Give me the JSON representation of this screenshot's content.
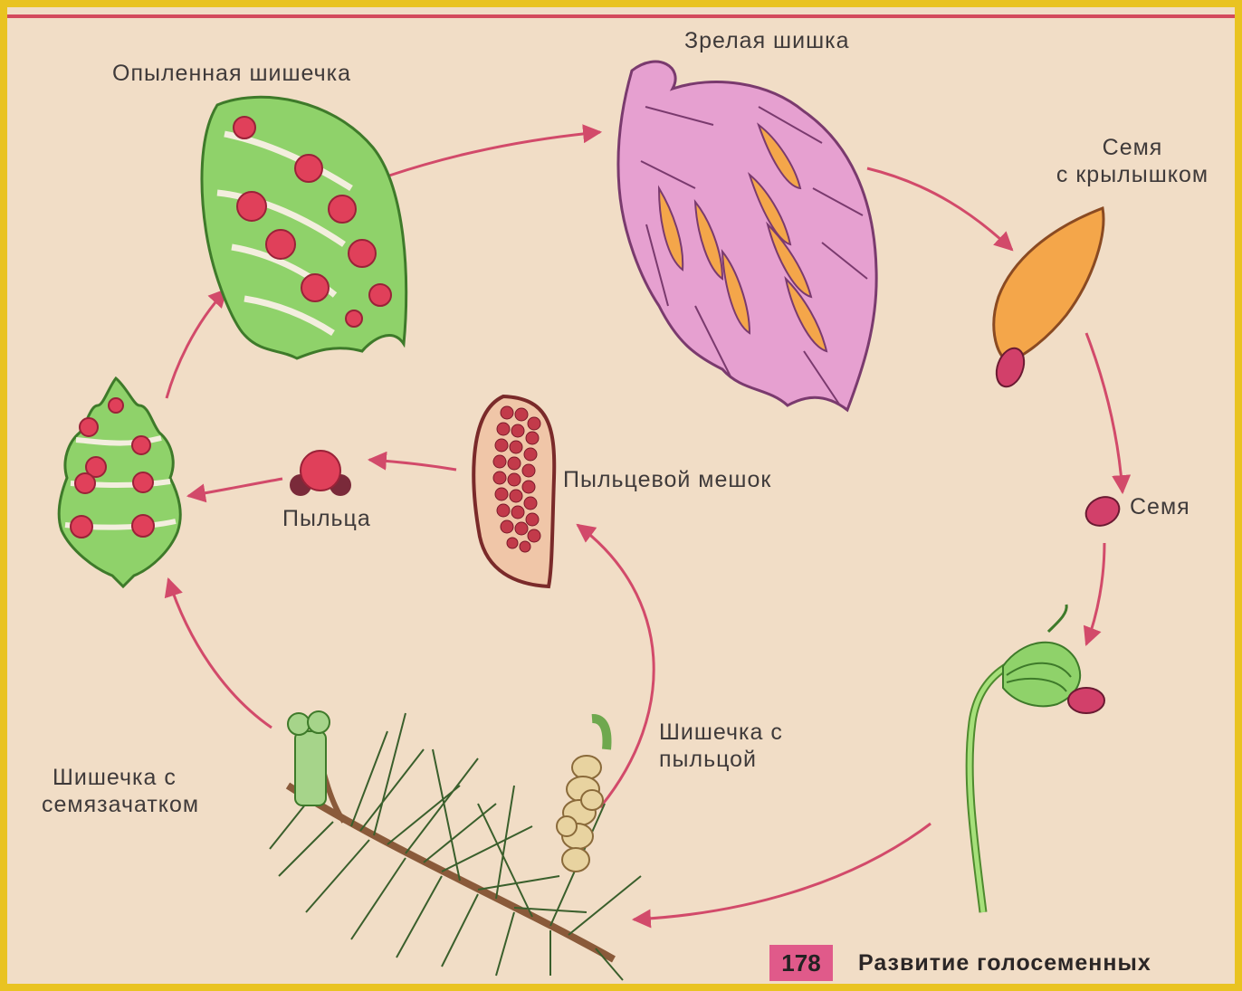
{
  "labels": {
    "pollinated_cone": "Опыленная шишечка",
    "mature_cone": "Зрелая шишка",
    "winged_seed_line1": "Семя",
    "winged_seed_line2": "с крылышком",
    "seed": "Семя",
    "pollen_sac": "Пыльцевой мешок",
    "pollen": "Пыльца",
    "pollen_cone_line1": "Шишечка с",
    "pollen_cone_line2": "пыльцой",
    "ovule_cone_line1": "Шишечка с",
    "ovule_cone_line2": "семязачатком"
  },
  "figure": {
    "number": "178",
    "caption": "Развитие голосеменных"
  },
  "colors": {
    "background": "#f1ddc6",
    "frame": "#e9c321",
    "arrow": "#d24a6a",
    "green_cone": "#8fd26a",
    "ovule": "#e0405a",
    "mature_cone": "#e6a0d0",
    "seed_wing": "#f4a64a",
    "badge": "#e05a8a"
  },
  "icons": [
    "pollinated-cone-icon",
    "mature-cone-icon",
    "winged-seed-icon",
    "seed-icon",
    "seedling-icon",
    "pine-branch-icon",
    "pollen-sac-icon",
    "pollen-grain-icon",
    "ovule-cone-icon"
  ]
}
